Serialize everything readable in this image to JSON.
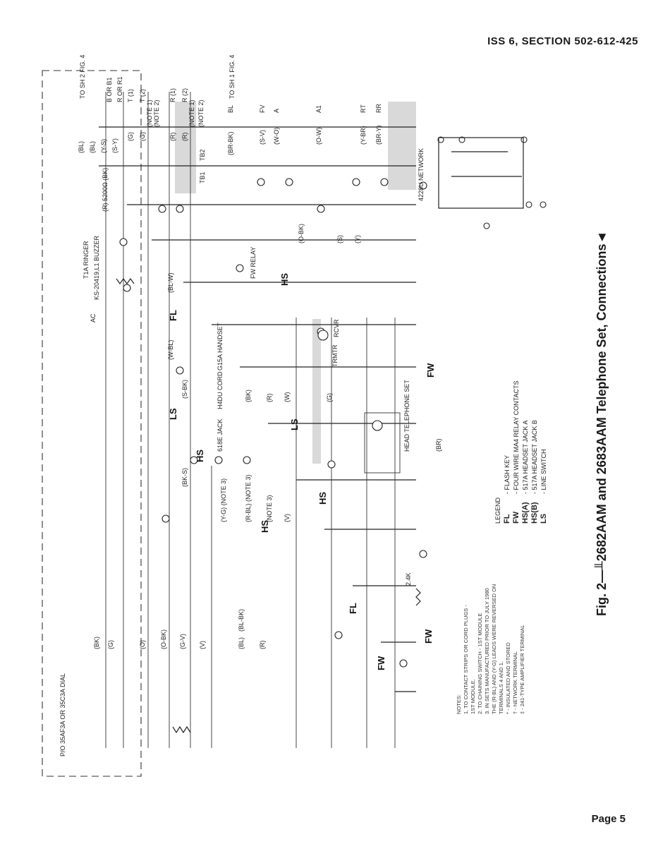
{
  "header": {
    "text": "ISS 6, SECTION 502-612-425"
  },
  "footer": {
    "page": "Page 5"
  },
  "figure": {
    "caption": "Fig. 2—╨2682AAM and 2683AAM Telephone Set, Connections◄"
  },
  "components": {
    "dial": "P/O 35AF3A OR 35C3A DIAL",
    "ringer": "T1A RINGER",
    "buzzer": "KS-20419,L1 BUZZER",
    "buzzer_res": "(R) 5200Ω (BK)",
    "fw_relay": "FW RELAY",
    "handset": "G15A HANDSET",
    "cord": "H4DU CORD",
    "jack": "618E JACK",
    "head_set": "HEAD TELEPHONE SET",
    "network": "4228U NETWORK",
    "resistor": "2.4K",
    "to_sh2": "TO SH 2 FIG. 4",
    "to_sh1": "TO SH 1 FIG. 4",
    "tb1": "TB1",
    "tb2": "TB2",
    "ac": "AC",
    "trmtr": "TRMTR",
    "rcvr": "RCVR"
  },
  "wire_labels": {
    "top_right": [
      "(BL)",
      "(BL)",
      "(Y-S)",
      "(S-Y)",
      "(G)",
      "(G)",
      "(R)",
      "(R)",
      "(BR-BK)",
      "(S-V)",
      "(W-O)",
      "(O-W)",
      "(Y-BR)",
      "(BR-Y)"
    ],
    "end_codes": [
      "B OR B1",
      "R OR R1",
      "T (1)",
      "T (2)",
      "R (1)",
      "R (2)",
      "BL",
      "FV",
      "A",
      "A1",
      "RT",
      "RR"
    ],
    "dial_side": [
      "(BK)",
      "(G)",
      "(O)",
      "(O-BK)",
      "(G-V)",
      "(V)",
      "(BL)",
      "(R)"
    ],
    "middle": [
      "(Y-G) (NOTE 3)",
      "(R-BL) (NOTE 3)",
      "(NOTE 3)",
      "(V)",
      "(BK-S)",
      "(S-BK)",
      "(W-BL)",
      "(BL-W)",
      "(BL-BK)",
      "(R)",
      "(BK)",
      "(W)",
      "(G)",
      "(BR)",
      "(Y)",
      "(S)",
      "(O-BK)"
    ],
    "notes_ref": [
      "(NOTE 1)",
      "(NOTE 2)",
      "(NOTE 1)",
      "(NOTE 2)"
    ]
  },
  "legend": {
    "title": "LEGEND",
    "items": [
      {
        "code": "FL",
        "desc": "- FLASH KEY"
      },
      {
        "code": "FW",
        "desc": "- FOUR WIRE MA4 RELAY CONTACTS"
      },
      {
        "code": "HS(A)",
        "desc": "- 517A HEADSET JACK A"
      },
      {
        "code": "HS(B)",
        "desc": "- 517A HEADSET JACK B"
      },
      {
        "code": "LS",
        "desc": "- LINE SWITCH"
      }
    ]
  },
  "notes": {
    "title": "NOTES:",
    "lines": [
      "1. TO CONTACT STRIPS OR CORD PLUGS -",
      "   1ST MODULE.",
      "2. TO CHAINING SWITCH - 1ST MODULE",
      "3. IN SETS MANUFACTURED PRIOR TO JULY 1980",
      "   THE (R-BL) AND (Y-G) LEADS WERE REVERSED ON",
      "   TERMINALS 4 AND 1.",
      "* - INSULATED AND STORED",
      "† - NETWORK TERMINAL",
      "‡ - 241-TYPE AMPLIFIER TERMINAL"
    ]
  }
}
